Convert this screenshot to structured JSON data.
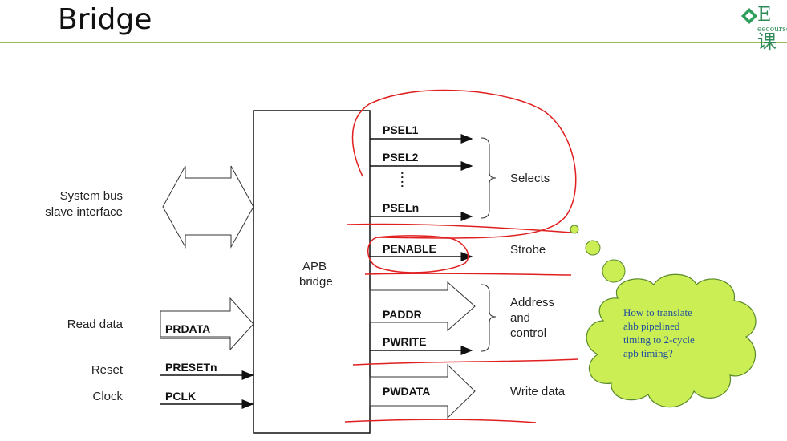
{
  "header": {
    "title": "Bridge",
    "logo_text": "E课",
    "logo_sub": "eecourse"
  },
  "diagram": {
    "bridge_label_line1": "APB",
    "bridge_label_line2": "bridge",
    "left_labels": {
      "system_bus": "System bus",
      "slave_interface": "slave interface",
      "read_data": "Read data",
      "reset": "Reset",
      "clock": "Clock"
    },
    "left_signals": {
      "prdata": "PRDATA",
      "presetn": "PRESETn",
      "pclk": "PCLK"
    },
    "right_signals": {
      "psel1": "PSEL1",
      "psel2": "PSEL2",
      "dots": ":",
      "pseln": "PSELn",
      "penable": "PENABLE",
      "paddr": "PADDR",
      "pwrite": "PWRITE",
      "pwdata": "PWDATA"
    },
    "groups": {
      "selects": "Selects",
      "strobe": "Strobe",
      "address": "Address",
      "and": "and",
      "control": "control",
      "write_data": "Write data"
    }
  },
  "annotation": {
    "line1": "How to translate",
    "line2": "ahb pipelined",
    "line3": "timing to 2-cycle",
    "line4": "apb timing?",
    "cloud_color": "#ccee55",
    "ink_color": "#e02020"
  }
}
